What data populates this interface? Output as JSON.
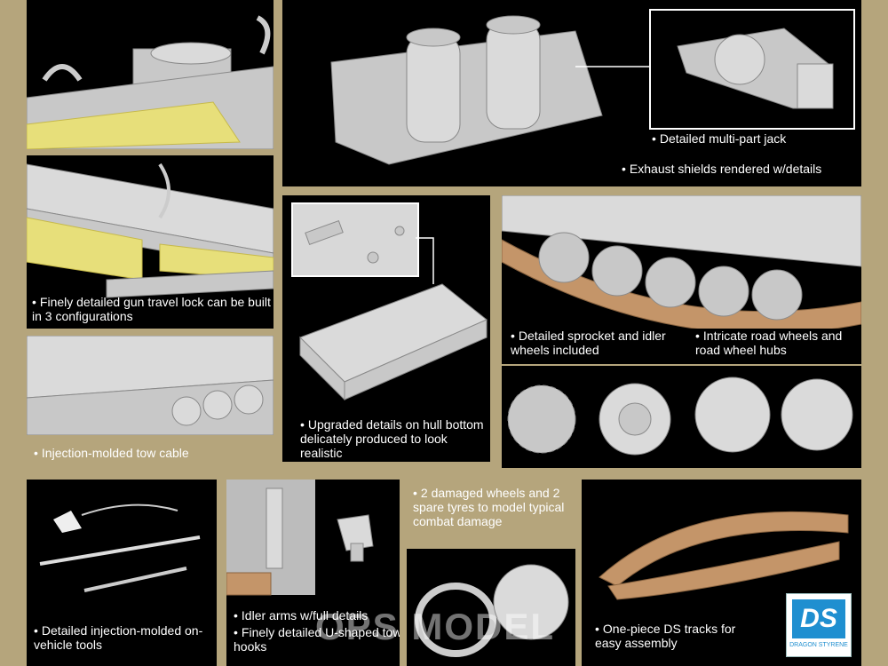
{
  "captions": {
    "jack": "Detailed multi-part jack",
    "exhaust": "Exhaust shields rendered w/details",
    "travel_lock": "Finely detailed gun travel lock can be built in 3 configurations",
    "sprocket": "Detailed sprocket and idler wheels included",
    "road_wheels": "Intricate road wheels and road wheel hubs",
    "hull_bottom": "Upgraded details on hull bottom delicately produced to look realistic",
    "tow_cable": "Injection-molded tow cable",
    "damaged_wheels": "2 damaged wheels and 2 spare tyres to model typical combat damage",
    "tools": "Detailed injection-molded on-vehicle tools",
    "idler_arms": "Idler arms w/full details",
    "tow_hooks": "Finely detailed U-shaped tow hooks",
    "tracks": "One-piece DS tracks for easy assembly"
  },
  "bullet": "•",
  "watermark": "OPS MODEL",
  "logo": {
    "text": "DS",
    "subtext": "DRAGON STYRENE"
  },
  "colors": {
    "background": "#b5a57c",
    "panel": "#000000",
    "plastic": "#c8c8c8",
    "photo_etch": "#e7df7a",
    "track": "#c49569",
    "logo_blue": "#1f8fd0"
  }
}
